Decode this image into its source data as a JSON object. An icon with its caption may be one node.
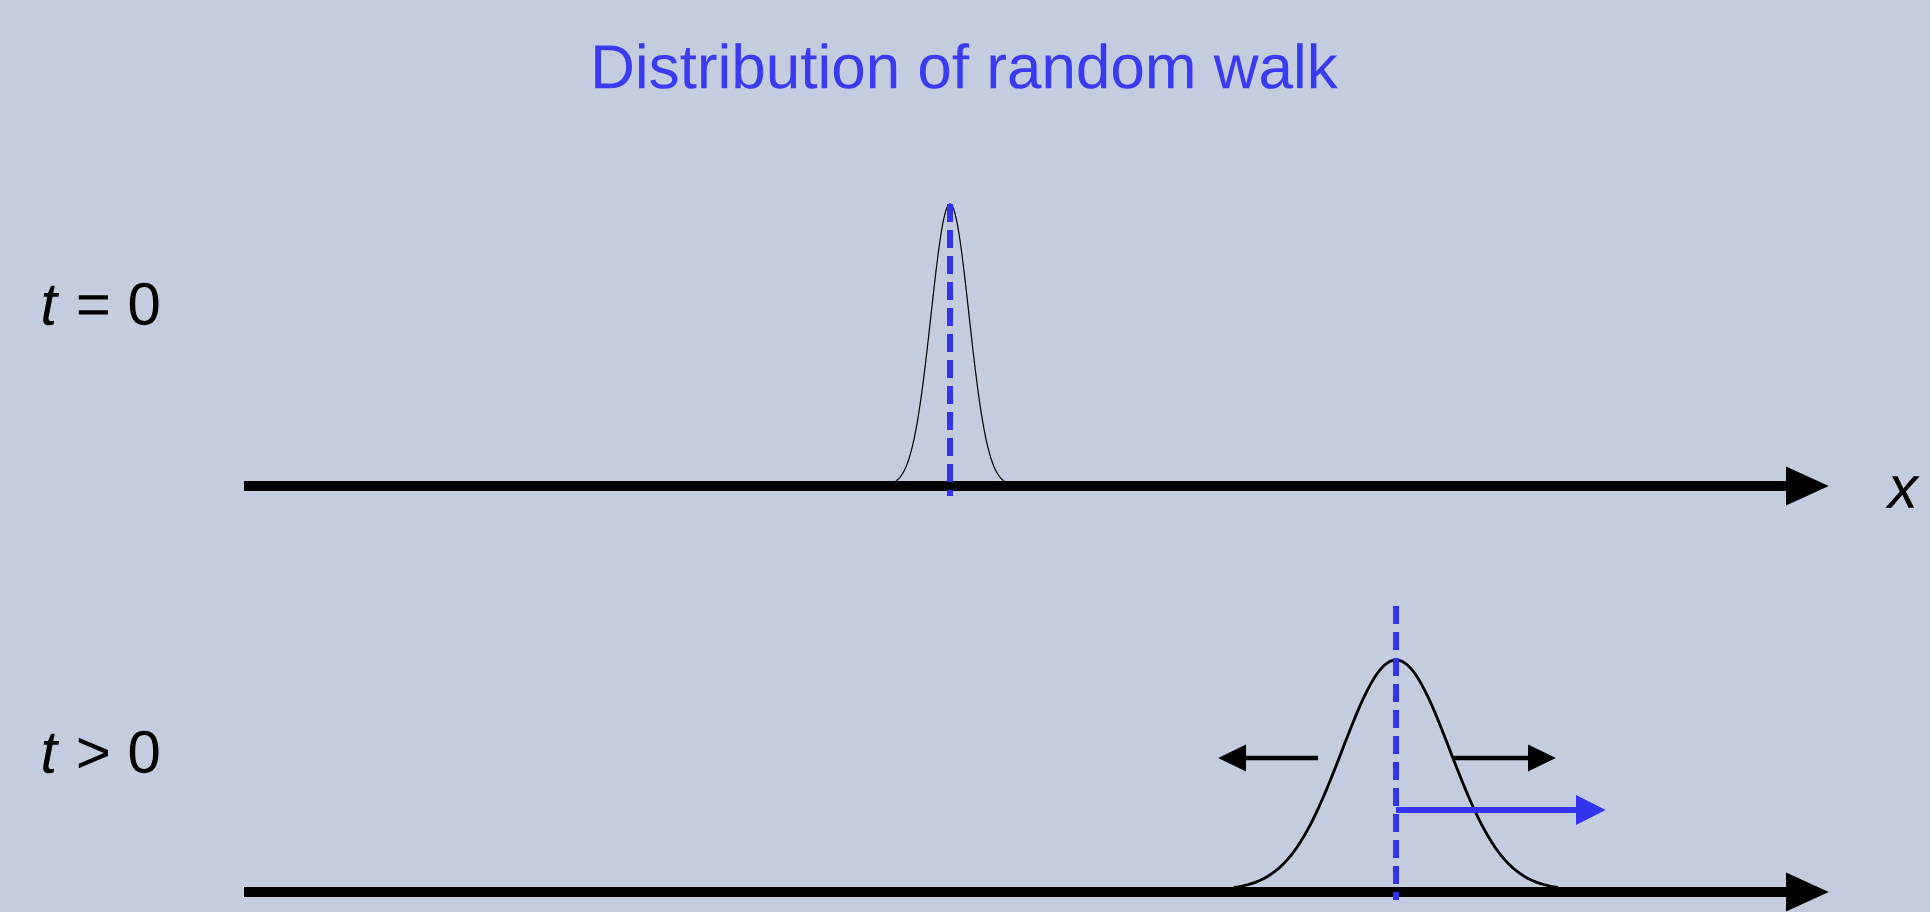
{
  "diagram": {
    "title": "Distribution of random walk",
    "labels": [
      "*t* = 0",
      "*x*",
      "*t* > 0"
    ]
  }
}
